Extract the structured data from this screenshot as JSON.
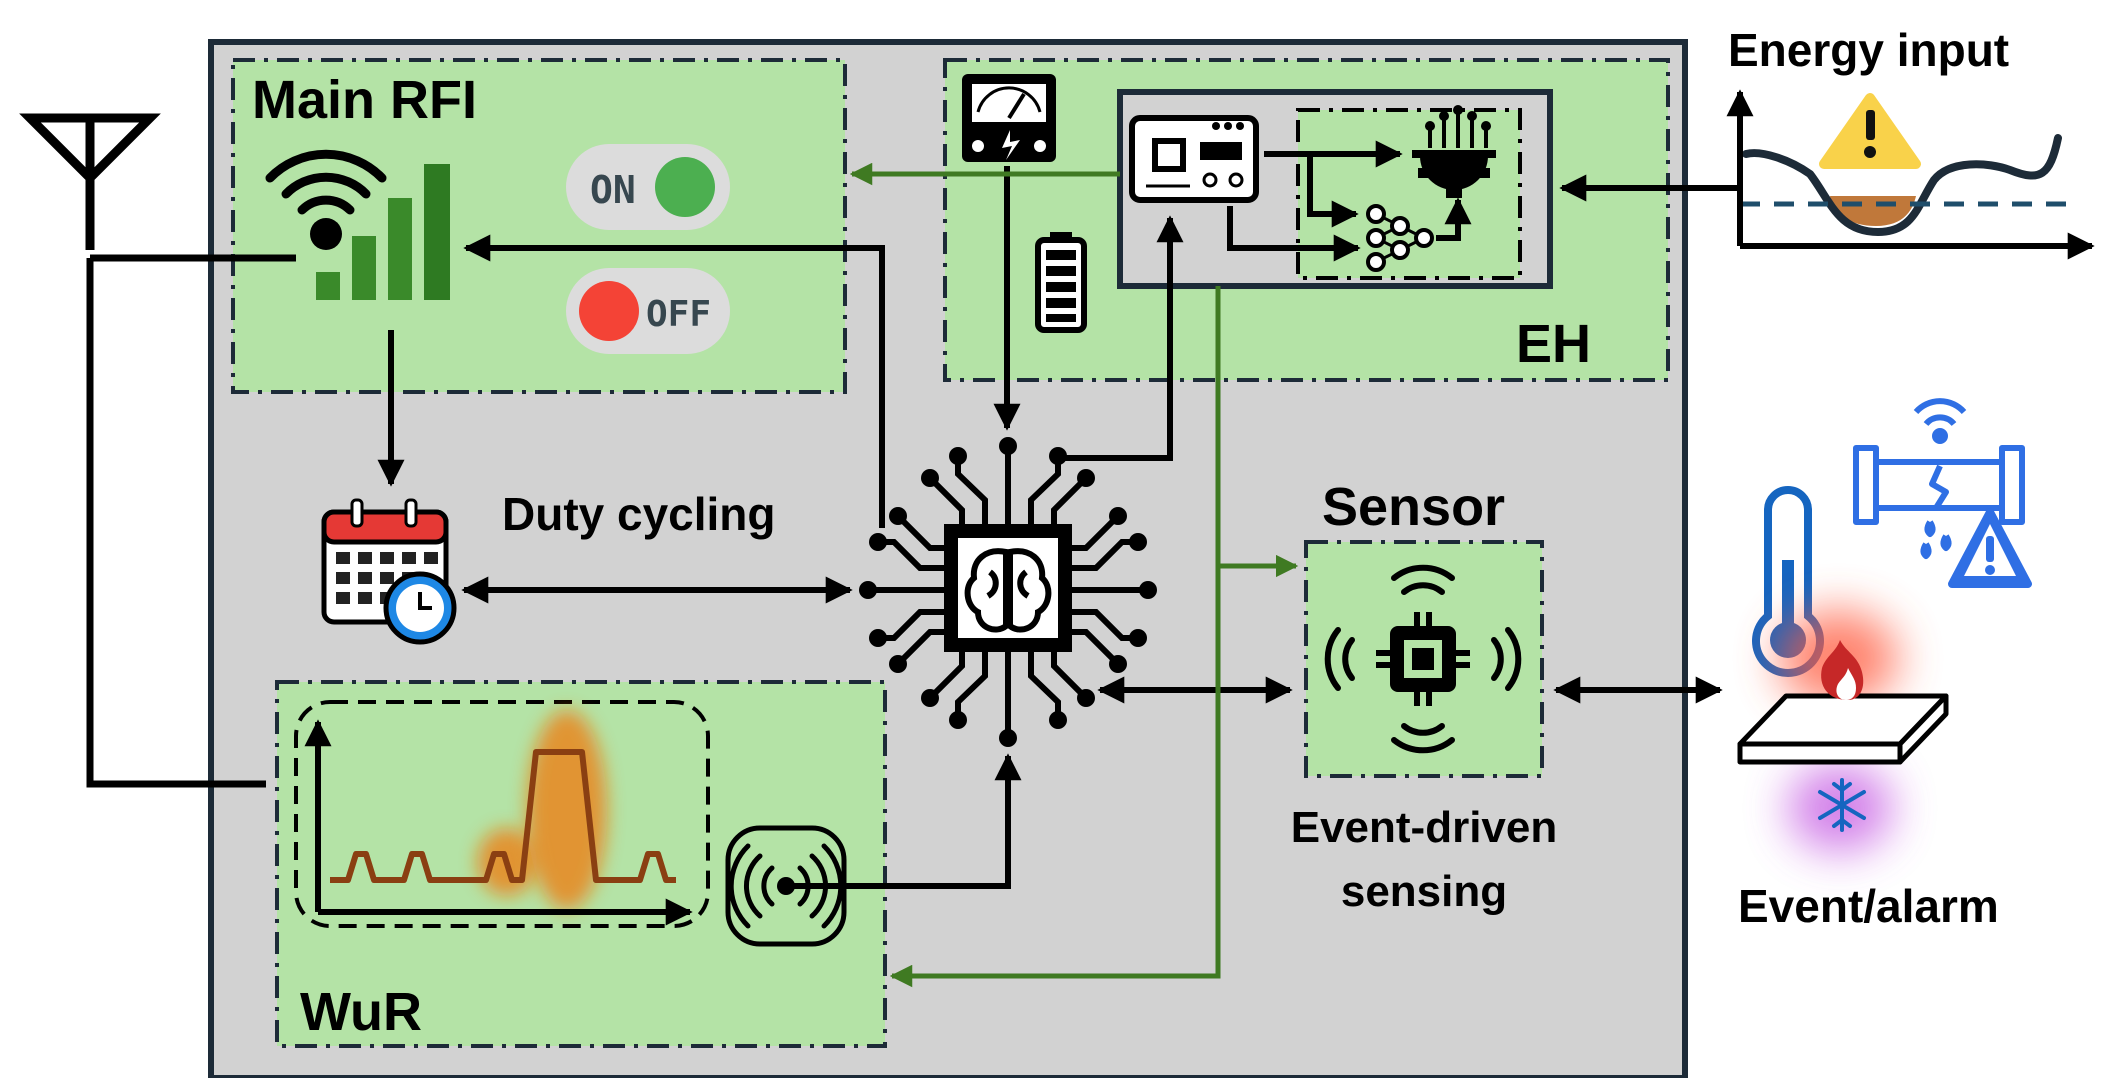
{
  "labels": {
    "main_rfi": "Main RFI",
    "eh": "EH",
    "wur": "WuR",
    "sensor": "Sensor",
    "duty_cycling": "Duty cycling",
    "event_driven_line1": "Event-driven",
    "event_driven_line2": "sensing",
    "energy_input": "Energy input",
    "event_alarm": "Event/alarm",
    "toggle_on": "ON",
    "toggle_off": "OFF"
  },
  "colors": {
    "module_fill": "#b4e3a6",
    "board_fill": "#d2d2d2",
    "board_border": "#1d2b38",
    "green_arrow": "#3f7a22",
    "signal_orange": "#f07a10",
    "signal_line": "#8a3f12",
    "energy_fill": "#c0783a",
    "threshold": "#1f4e6b",
    "warning": "#f9d24a",
    "icon_blue": "#1565c0",
    "alarm_blue": "#2f6fe4",
    "toggle_on_green": "#4caf50",
    "toggle_off_red": "#f44336"
  },
  "icons": [
    "antenna-icon",
    "wifi-signal-icon",
    "calendar-clock-icon",
    "brain-chip-icon",
    "voltmeter-icon",
    "battery-icon",
    "circuit-board-icon",
    "neural-network-icon",
    "gear-brain-icon",
    "wireless-sensor-icon",
    "wake-up-receiver-icon",
    "thermometer-icon",
    "leaking-pipe-icon",
    "warning-icon",
    "fire-icon",
    "snowflake-icon"
  ]
}
